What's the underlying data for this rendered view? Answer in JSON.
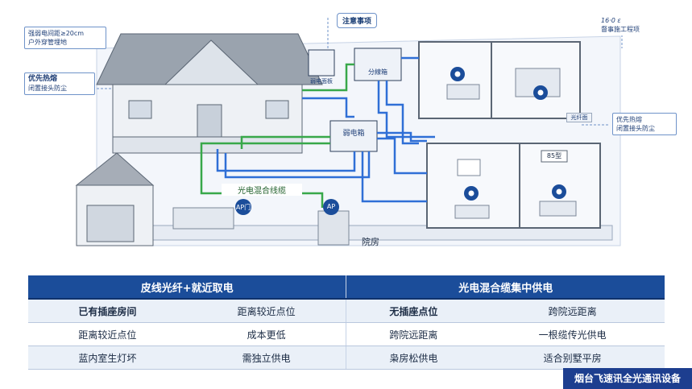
{
  "callouts": {
    "top_left": "强弱电间距≥20cm\n户外穿管埋地",
    "mid_left_1": "优先热熔",
    "mid_left_2": "闭置接头防尘",
    "top_center": "注意事项",
    "top_right_1": "16·0 ε",
    "top_right_2": "督事施工程项",
    "right_1": "优先热熔",
    "right_2": "闭置接头防尘"
  },
  "labels": {
    "router_box": "弱电箱",
    "top_box": "分線箱",
    "small_box": "弱电面板",
    "cable": "光电混合线缆",
    "ap_left": "AP门",
    "ap_right": "AP",
    "yard": "院房",
    "tv": "85型",
    "room_tag": "光纤面"
  },
  "table": {
    "headers": [
      "皮线光纤+就近取电",
      "光电混合缆集中供电"
    ],
    "rows": [
      [
        "已有插座房间",
        "距离较近点位",
        "无插座点位",
        "跨院远距离"
      ],
      [
        "距离较近点位",
        "成本更低",
        "跨院远距离",
        "一根缆传光供电"
      ],
      [
        "蓝内室生灯坏",
        "需独立供电",
        "枭房松供电",
        "适合别墅平房"
      ]
    ]
  },
  "brand": "烟台飞速讯全光通讯设备",
  "colors": {
    "accent": "#1b4d9a",
    "fiber_blue": "#2f6fd6",
    "fiber_green": "#38a84a"
  }
}
